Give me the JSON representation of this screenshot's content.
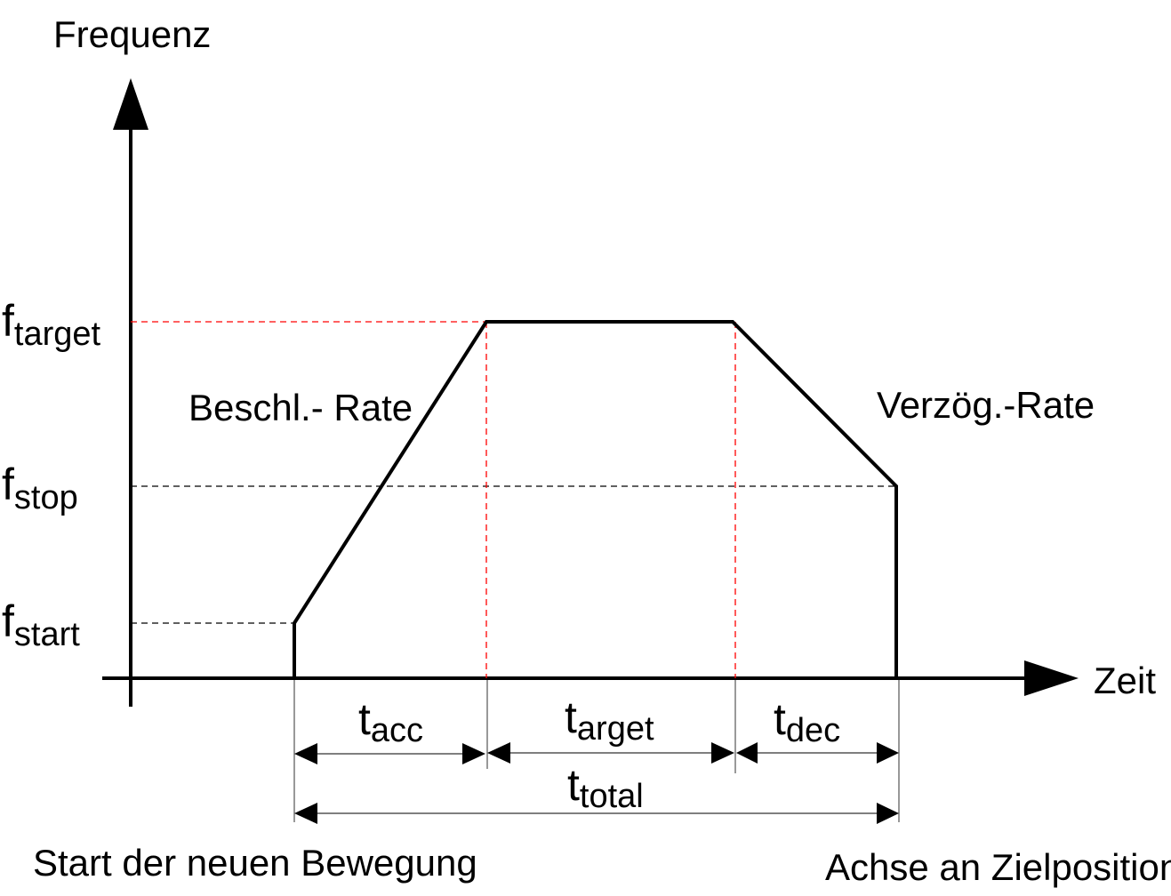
{
  "axes": {
    "y_label": "Frequenz",
    "x_label": "Zeit"
  },
  "levels": [
    {
      "main": "f",
      "sub": "target"
    },
    {
      "main": "f",
      "sub": "stop"
    },
    {
      "main": "f",
      "sub": "start"
    }
  ],
  "annotations": {
    "accel_rate": "Beschl.- Rate",
    "decel_rate": "Verzög.-Rate"
  },
  "intervals": [
    {
      "main": "t",
      "sub": "acc"
    },
    {
      "main": "t",
      "sub": "arget"
    },
    {
      "main": "t",
      "sub": "dec"
    },
    {
      "main": "t",
      "sub": "total"
    }
  ],
  "footer": {
    "start": "Start der neuen Bewegung",
    "end": "Achse an Zielposition"
  },
  "colors": {
    "profile": "#000000",
    "guide_red": "#ff0000",
    "guide_black": "#000000"
  }
}
